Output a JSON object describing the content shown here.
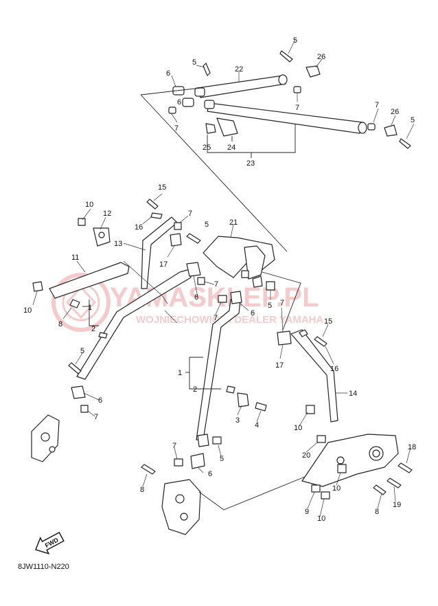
{
  "diagram_code": "8JW1110-N220",
  "fwd_label": "FWD",
  "watermark": {
    "title": "YAMASKLEP.PL",
    "subtitle": "WOJNIECHOWICZ I DEALER YAMAHA",
    "color": "#d94545"
  },
  "callouts": [
    {
      "id": "c1",
      "text": "5"
    },
    {
      "id": "c2",
      "text": "26"
    },
    {
      "id": "c3",
      "text": "5"
    },
    {
      "id": "c4",
      "text": "22"
    },
    {
      "id": "c5",
      "text": "6"
    },
    {
      "id": "c6",
      "text": "6"
    },
    {
      "id": "c7",
      "text": "7"
    },
    {
      "id": "c8",
      "text": "7"
    },
    {
      "id": "c9",
      "text": "7"
    },
    {
      "id": "c10",
      "text": "26"
    },
    {
      "id": "c11",
      "text": "5"
    },
    {
      "id": "c12",
      "text": "25"
    },
    {
      "id": "c13",
      "text": "24"
    },
    {
      "id": "c14",
      "text": "23"
    },
    {
      "id": "c15",
      "text": "15"
    },
    {
      "id": "c16",
      "text": "10"
    },
    {
      "id": "c17",
      "text": "12"
    },
    {
      "id": "c18",
      "text": "7"
    },
    {
      "id": "c19",
      "text": "16"
    },
    {
      "id": "c20",
      "text": "13"
    },
    {
      "id": "c21",
      "text": "5"
    },
    {
      "id": "c22",
      "text": "21"
    },
    {
      "id": "c23",
      "text": "11"
    },
    {
      "id": "c24",
      "text": "17"
    },
    {
      "id": "c25",
      "text": "10"
    },
    {
      "id": "c26",
      "text": "8"
    },
    {
      "id": "c27",
      "text": "1"
    },
    {
      "id": "c28",
      "text": "2"
    },
    {
      "id": "c29",
      "text": "7"
    },
    {
      "id": "c30",
      "text": "6"
    },
    {
      "id": "c31",
      "text": "7"
    },
    {
      "id": "c32",
      "text": "6"
    },
    {
      "id": "c33",
      "text": "5"
    },
    {
      "id": "c34",
      "text": "7"
    },
    {
      "id": "c35",
      "text": "15"
    },
    {
      "id": "c36",
      "text": "17"
    },
    {
      "id": "c37",
      "text": "16"
    },
    {
      "id": "c38",
      "text": "5"
    },
    {
      "id": "c39",
      "text": "6"
    },
    {
      "id": "c40",
      "text": "7"
    },
    {
      "id": "c41",
      "text": "1"
    },
    {
      "id": "c42",
      "text": "2"
    },
    {
      "id": "c43",
      "text": "3"
    },
    {
      "id": "c44",
      "text": "4"
    },
    {
      "id": "c45",
      "text": "14"
    },
    {
      "id": "c46",
      "text": "10"
    },
    {
      "id": "c47",
      "text": "7"
    },
    {
      "id": "c48",
      "text": "5"
    },
    {
      "id": "c49",
      "text": "20"
    },
    {
      "id": "c50",
      "text": "18"
    },
    {
      "id": "c51",
      "text": "8"
    },
    {
      "id": "c52",
      "text": "6"
    },
    {
      "id": "c53",
      "text": "10"
    },
    {
      "id": "c54",
      "text": "9"
    },
    {
      "id": "c55",
      "text": "10"
    },
    {
      "id": "c56",
      "text": "8"
    },
    {
      "id": "c57",
      "text": "19"
    }
  ]
}
